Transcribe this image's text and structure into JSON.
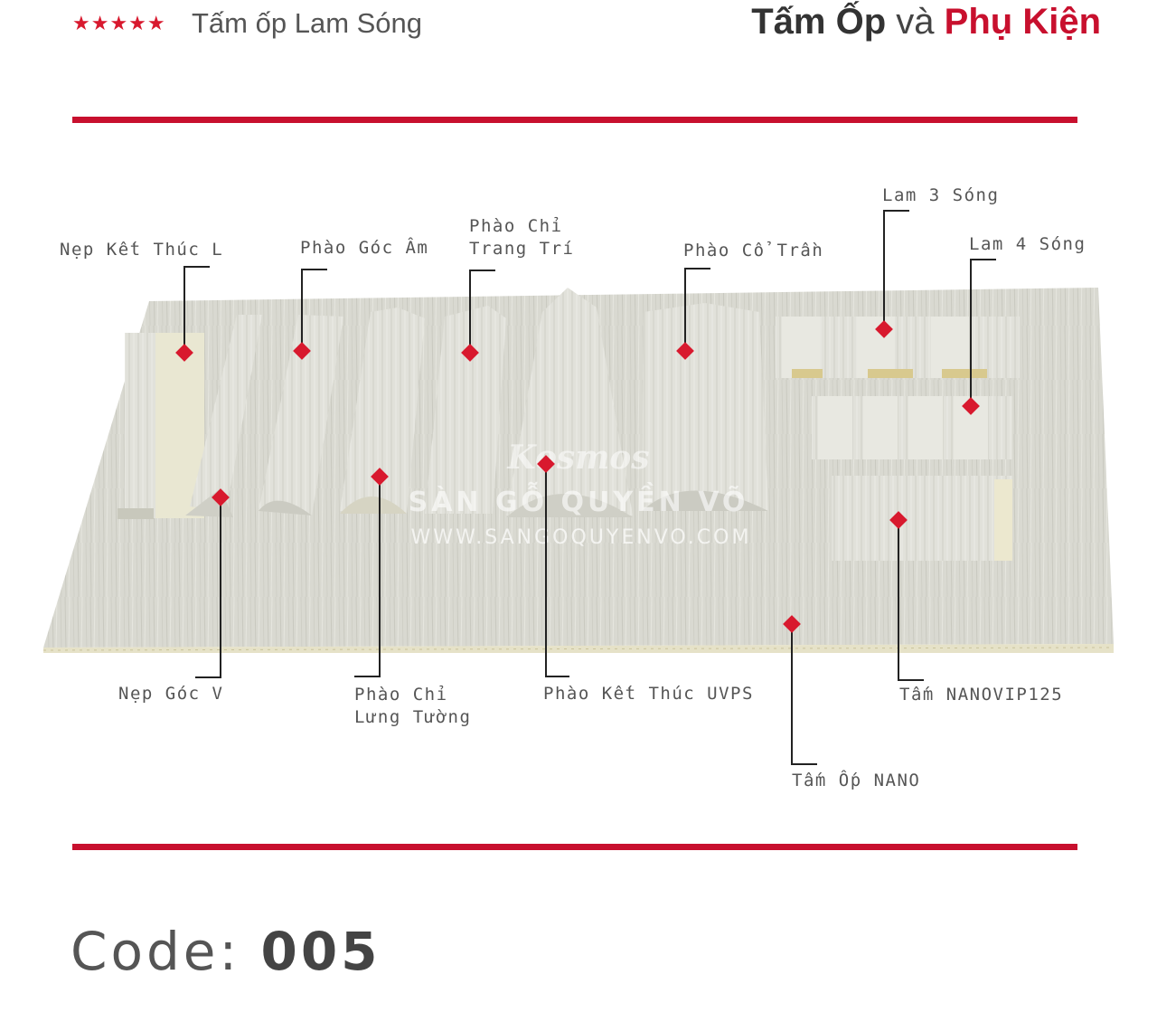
{
  "header": {
    "stars": "★★★★★",
    "subtitle": "Tấm ốp Lam Sóng",
    "title_part1": "Tấm Ốp",
    "title_part2": "và",
    "title_part3": "Phụ Kiện"
  },
  "watermark": {
    "brand": "Kosmos",
    "name": "SÀN GỖ QUYỀN VÕ",
    "url": "WWW.SANGOQUYENVO.COM"
  },
  "labels": {
    "nep_ket_thuc_l": "Nẹp Kết Thúc L",
    "phao_goc_am": "Phào Góc Âm",
    "phao_chi_trang_tri_1": "Phào Chỉ",
    "phao_chi_trang_tri_2": "Trang Trí",
    "phao_co_tran": "Phào Cổ Trần",
    "lam_3_song": "Lam 3 Sóng",
    "lam_4_song": "Lam 4 Sóng",
    "nep_goc_v": "Nẹp Góc V",
    "phao_chi_lung_tuong_1": "Phào Chỉ",
    "phao_chi_lung_tuong_2": "Lưng Tường",
    "phao_ket_thuc_uvps": "Phào Kết Thúc UVPS",
    "tam_nanovip125": "Tấm NANOVIP125",
    "tam_op_nano": "Tấm Ốp NANO"
  },
  "footer": {
    "code_label": "Code:",
    "code_value": "005"
  },
  "colors": {
    "accent": "#c8102e",
    "panel": "#dcdcd4"
  }
}
